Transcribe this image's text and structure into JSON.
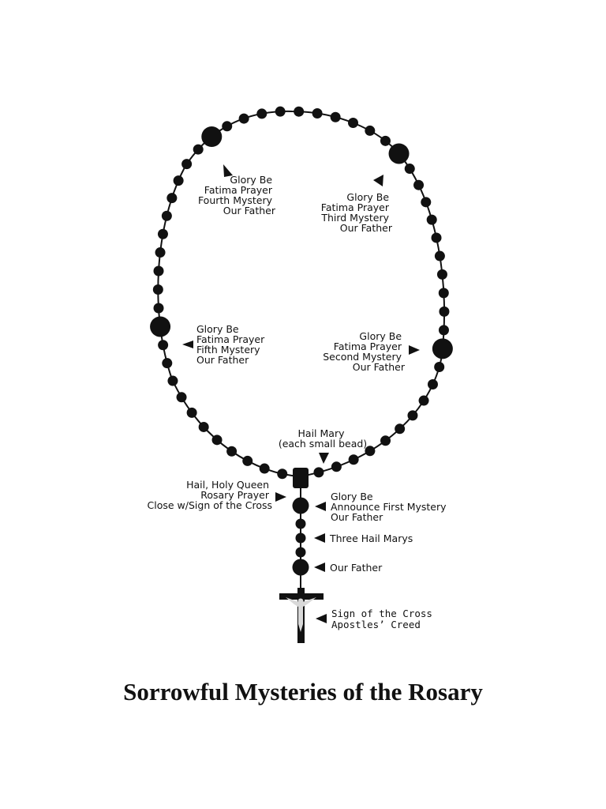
{
  "title": "Sorrowful Mysteries of the Rosary",
  "colors": {
    "bead": "#111111",
    "string": "#111111",
    "text": "#111111",
    "background": "#ffffff"
  },
  "labels": {
    "fourth": [
      "Glory Be",
      "Fatima Prayer",
      "Fourth Mystery",
      "Our Father"
    ],
    "third": [
      "Glory Be",
      "Fatima Prayer",
      "Third Mystery",
      "Our Father"
    ],
    "fifth": [
      "Glory Be",
      "Fatima Prayer",
      "Fifth Mystery",
      "Our Father"
    ],
    "second": [
      "Glory Be",
      "Fatima Prayer",
      "Second Mystery",
      "Our Father"
    ],
    "hail_mary": [
      "Hail Mary",
      "(each small bead)"
    ],
    "centerpiece": [
      "Hail, Holy Queen",
      "Rosary Prayer",
      "Close w/Sign of the Cross"
    ],
    "first": [
      "Glory Be",
      "Announce First Mystery",
      "Our Father"
    ],
    "three_hail_marys": [
      "Three Hail Marys"
    ],
    "our_father": [
      "Our Father"
    ],
    "crucifix": [
      "Sign of the Cross",
      "Apostles’ Creed"
    ]
  },
  "icons": [
    "bead-icon",
    "crucifix-icon",
    "arrow-pointer-icon"
  ]
}
